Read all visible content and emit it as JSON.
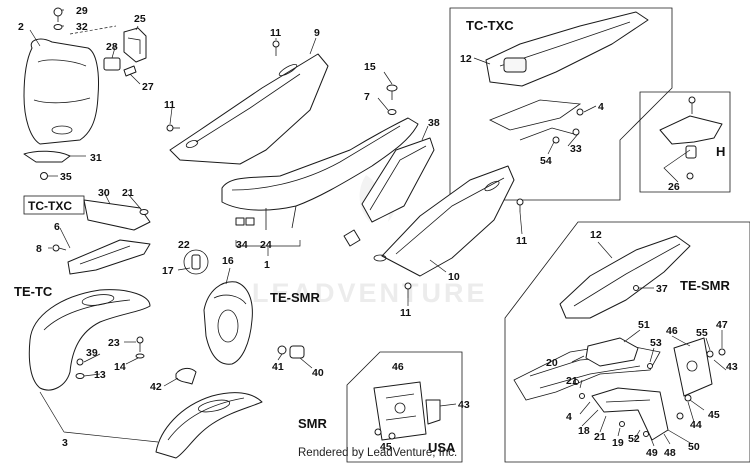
{
  "watermark": "LEADVENTURE",
  "footer": "Rendered by LeadVenture, Inc.",
  "variants": {
    "tc_txc_box": "TC-TXC",
    "tc_txc_left": "TC-TXC",
    "te_tc": "TE-TC",
    "te_smr_center": "TE-SMR",
    "te_smr_right": "TE-SMR",
    "smr": "SMR",
    "usa": "USA",
    "h": "H"
  },
  "callouts": {
    "c29": "29",
    "c32": "32",
    "c2": "2",
    "c28": "28",
    "c25": "25",
    "c27": "27",
    "c31": "31",
    "c35": "35",
    "c11_a": "11",
    "c9": "9",
    "c11_b": "11",
    "c15": "15",
    "c7": "7",
    "c38": "38",
    "c12_a": "12",
    "c4_a": "4",
    "c33": "33",
    "c54": "54",
    "c26": "26",
    "c30": "30",
    "c21_a": "21",
    "c6": "6",
    "c8": "8",
    "c34": "34",
    "c24": "24",
    "c1": "1",
    "c11_c": "11",
    "c10": "10",
    "c11_d": "11",
    "c22": "22",
    "c17": "17",
    "c16": "16",
    "c23": "23",
    "c39": "39",
    "c14": "14",
    "c13": "13",
    "c42": "42",
    "c41": "41",
    "c40": "40",
    "c3": "3",
    "c46_a": "46",
    "c43_a": "43",
    "c45_a": "45",
    "c12_b": "12",
    "c37": "37",
    "c51": "51",
    "c46_b": "46",
    "c55": "55",
    "c47": "47",
    "c53": "53",
    "c20": "20",
    "c21_b": "21",
    "c43_b": "43",
    "c4_b": "4",
    "c44": "44",
    "c45_b": "45",
    "c18": "18",
    "c21_c": "21",
    "c19": "19",
    "c52": "52",
    "c49": "49",
    "c48": "48",
    "c50": "50"
  }
}
